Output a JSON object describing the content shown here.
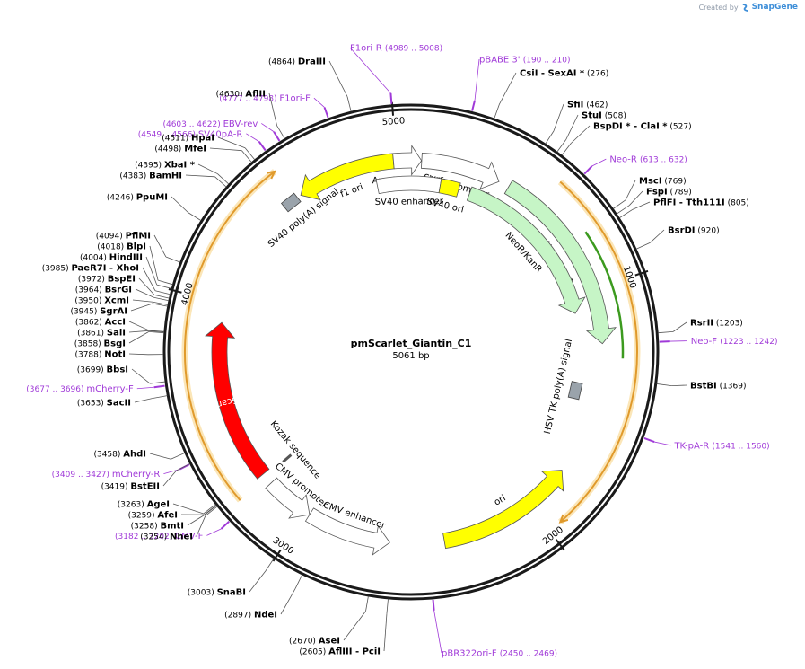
{
  "app": {
    "credit": "Created by",
    "brand": "SnapGene"
  },
  "plasmid": {
    "name": "pmScarlet_Giantin_C1",
    "size_label": "5061 bp",
    "length": 5061
  },
  "colors": {
    "backbone": "#1a1a1a",
    "primer": "#a03ad8",
    "site_label": "#000000",
    "ori": "#ffff00",
    "neo": "#c6f5c6",
    "promoter": "#ffffff",
    "mscarlet": "#ff0000",
    "orf": "#f2a93b",
    "polyA": "#9aa3ab",
    "green_line": "#3c9a1f"
  },
  "ticks": [
    {
      "bp": 1000,
      "label": "1000"
    },
    {
      "bp": 2000,
      "label": "2000"
    },
    {
      "bp": 3000,
      "label": "3000"
    },
    {
      "bp": 4000,
      "label": "4000"
    },
    {
      "bp": 5000,
      "label": "5000"
    }
  ],
  "features": [
    {
      "name": "f1 ori",
      "label": "f1 ori",
      "start": 4567,
      "end": 4987,
      "dir": "rev",
      "color": "#ffff00",
      "track": 1
    },
    {
      "name": "AmpR promoter",
      "label": "AmpR promoter",
      "start": 4987,
      "end": 44,
      "dir": "fwd",
      "color": "#ffffff",
      "track": 1
    },
    {
      "name": "SV40 promoter",
      "label": "SV40 promoter",
      "start": 45,
      "end": 384,
      "dir": "fwd",
      "color": "#ffffff",
      "track": 1
    },
    {
      "name": "SV40 enhancer",
      "label": "SV40 enhancer",
      "start": 4900,
      "end": 140,
      "dir": "none",
      "color": "#ffffff",
      "track": 2
    },
    {
      "name": "SV40 ori",
      "label": "SV40 ori",
      "start": 140,
      "end": 230,
      "dir": "none",
      "color": "#ffff00",
      "track": 2
    },
    {
      "name": "NeoR/KanR",
      "label": "NeoR/KanR",
      "start": 430,
      "end": 1230,
      "dir": "fwd",
      "color": "#c6f5c6",
      "track": 1
    },
    {
      "name": "NeoR/KanR 2",
      "label": "NeoR/KanR",
      "start": 285,
      "end": 1080,
      "dir": "fwd",
      "color": "#c6f5c6",
      "track": 2
    },
    {
      "name": "HSV TK poly(A) signal",
      "label": "HSV TK poly(A) signal",
      "start": 1420,
      "end": 1480,
      "dir": "none",
      "color": "#9aa3ab",
      "track": 2
    },
    {
      "name": "ori",
      "label": "ori",
      "start": 1800,
      "end": 2390,
      "dir": "rev",
      "color": "#ffff00",
      "track": 1
    },
    {
      "name": "CMV enhancer",
      "label": "CMV enhancer",
      "start": 2620,
      "end": 2980,
      "dir": "rev",
      "color": "#ffffff",
      "track": 1
    },
    {
      "name": "CMV promoter",
      "label": "CMV promoter",
      "start": 2980,
      "end": 3190,
      "dir": "rev",
      "color": "#ffffff",
      "track": 1
    },
    {
      "name": "Kozak sequence",
      "label": "Kozak sequence",
      "start": 3225,
      "end": 3235,
      "dir": "none",
      "color": "#ffffff",
      "track": 2
    },
    {
      "name": "mScarlet",
      "label": "mScarlet",
      "start": 3240,
      "end": 3920,
      "dir": "fwd",
      "color": "#ff0000",
      "track": 1
    },
    {
      "name": "SV40 poly(A) signal",
      "label": "SV40 poly(A) signal",
      "start": 4492,
      "end": 4540,
      "dir": "none",
      "color": "#9aa3ab",
      "track": 1
    }
  ],
  "orfs": [
    {
      "start": 580,
      "end": 1950,
      "dir": "fwd",
      "green": {
        "start": 780,
        "end": 1290
      }
    },
    {
      "start": 3220,
      "end": 4540,
      "dir": "fwd",
      "green": null
    }
  ],
  "sites_right": [
    {
      "name": "CsiI",
      "suffix": " - SexAI *",
      "pos": "(276)"
    },
    {
      "name": "SfiI",
      "suffix": "",
      "pos": "(462)"
    },
    {
      "name": "StuI",
      "suffix": "",
      "pos": "(508)"
    },
    {
      "name": "BspDI *",
      "suffix": " - ClaI *",
      "pos": "(527)"
    },
    {
      "name": "MscI",
      "suffix": "",
      "pos": "(769)"
    },
    {
      "name": "FspI",
      "suffix": "",
      "pos": "(789)"
    },
    {
      "name": "PflFI",
      "suffix": " - Tth111I",
      "pos": "(805)"
    },
    {
      "name": "BsrDI",
      "suffix": "",
      "pos": "(920)"
    },
    {
      "name": "RsrII",
      "suffix": "",
      "pos": "(1203)"
    },
    {
      "name": "BstBI",
      "suffix": "",
      "pos": "(1369)"
    }
  ],
  "sites_left": [
    {
      "name": "DraIII",
      "pos": "(4864)"
    },
    {
      "name": "AflII",
      "pos": "(4630)"
    },
    {
      "name": "HpaI",
      "pos": "(4511)"
    },
    {
      "name": "MfeI",
      "pos": "(4498)"
    },
    {
      "name": "XbaI *",
      "pos": "(4395)"
    },
    {
      "name": "BamHI",
      "pos": "(4383)"
    },
    {
      "name": "PpuMI",
      "pos": "(4246)"
    },
    {
      "name": "PflMI",
      "pos": "(4094)"
    },
    {
      "name": "BlpI",
      "pos": "(4018)"
    },
    {
      "name": "HindIII",
      "pos": "(4004)"
    },
    {
      "name": "PaeR7I",
      "suffix": " - XhoI",
      "pos": "(3985)"
    },
    {
      "name": "BspEI",
      "pos": "(3972)"
    },
    {
      "name": "BsrGI",
      "pos": "(3964)"
    },
    {
      "name": "XcmI",
      "pos": "(3950)"
    },
    {
      "name": "SgrAI",
      "pos": "(3945)"
    },
    {
      "name": "AccI",
      "pos": "(3862)"
    },
    {
      "name": "SalI",
      "pos": "(3861)"
    },
    {
      "name": "BsgI",
      "pos": "(3858)"
    },
    {
      "name": "NotI",
      "pos": "(3788)"
    },
    {
      "name": "BbsI",
      "pos": "(3699)"
    },
    {
      "name": "SacII",
      "pos": "(3653)"
    },
    {
      "name": "AhdI",
      "pos": "(3458)"
    },
    {
      "name": "BstEII",
      "pos": "(3419)"
    },
    {
      "name": "AgeI",
      "pos": "(3263)"
    },
    {
      "name": "AfeI",
      "pos": "(3259)"
    },
    {
      "name": "BmtI",
      "pos": "(3258)"
    },
    {
      "name": "NheI",
      "pos": "(3254)"
    },
    {
      "name": "SnaBI",
      "pos": "(3003)"
    },
    {
      "name": "NdeI",
      "pos": "(2897)"
    },
    {
      "name": "AseI",
      "pos": "(2670)"
    },
    {
      "name": "AflIII",
      "suffix": " - PciI",
      "pos": "(2605)"
    }
  ],
  "primers": [
    {
      "name": "F1ori-R",
      "range": "(4989 .. 5008)",
      "bp": 4998
    },
    {
      "name": "F1ori-F",
      "range": "(4777 .. 4798)",
      "bp": 4787
    },
    {
      "name": "EBV-rev",
      "range": "(4603 .. 4622)",
      "bp": 4612
    },
    {
      "name": "SV40pA-R",
      "range": "(4549 .. 4566)",
      "bp": 4557
    },
    {
      "name": "pBABE 3'",
      "range": "(190 .. 210)",
      "bp": 200
    },
    {
      "name": "Neo-R",
      "range": "(613 .. 632)",
      "bp": 622
    },
    {
      "name": "Neo-F",
      "range": "(1223 .. 1242)",
      "bp": 1232
    },
    {
      "name": "TK-pA-R",
      "range": "(1541 .. 1560)",
      "bp": 1550
    },
    {
      "name": "pBR322ori-F",
      "range": "(2450 .. 2469)",
      "bp": 2459
    },
    {
      "name": "CMV-F",
      "range": "(3182 .. 3202)",
      "bp": 3192
    },
    {
      "name": "mCherry-R",
      "range": "(3409 .. 3427)",
      "bp": 3418
    },
    {
      "name": "mCherry-F",
      "range": "(3677 .. 3696)",
      "bp": 3686
    }
  ]
}
